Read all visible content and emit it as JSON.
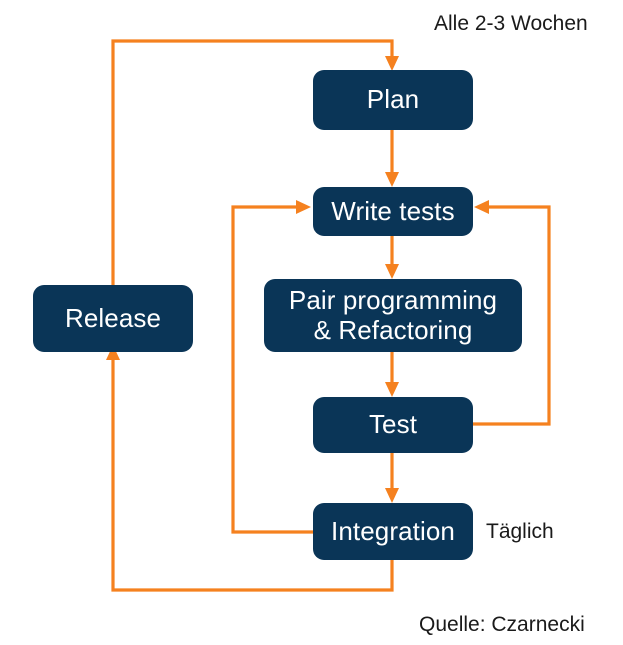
{
  "diagram": {
    "title": "Agile development cycle flowchart",
    "colors": {
      "node_fill": "#0a3557",
      "node_text": "#ffffff",
      "connector": "#f5811f",
      "caption_text": "#1a1a1a",
      "background": "#ffffff"
    },
    "nodes": [
      {
        "id": "plan",
        "label": "Plan"
      },
      {
        "id": "write",
        "label": "Write tests"
      },
      {
        "id": "pair",
        "label": "Pair programming\n& Refactoring"
      },
      {
        "id": "test",
        "label": "Test"
      },
      {
        "id": "integration",
        "label": "Integration"
      },
      {
        "id": "release",
        "label": "Release"
      }
    ],
    "captions": [
      {
        "id": "cadence-iteration",
        "text": "Alle 2-3 Wochen"
      },
      {
        "id": "cadence-daily",
        "text": "Täglich"
      },
      {
        "id": "source",
        "text": "Quelle: Czarnecki"
      }
    ],
    "edges": [
      {
        "from": "release",
        "to": "plan",
        "label": ""
      },
      {
        "from": "plan",
        "to": "write",
        "label": ""
      },
      {
        "from": "write",
        "to": "pair",
        "label": ""
      },
      {
        "from": "pair",
        "to": "test",
        "label": ""
      },
      {
        "from": "test",
        "to": "write",
        "label": ""
      },
      {
        "from": "test",
        "to": "integration",
        "label": ""
      },
      {
        "from": "integration",
        "to": "write",
        "label": ""
      },
      {
        "from": "integration",
        "to": "release",
        "label": ""
      }
    ]
  }
}
